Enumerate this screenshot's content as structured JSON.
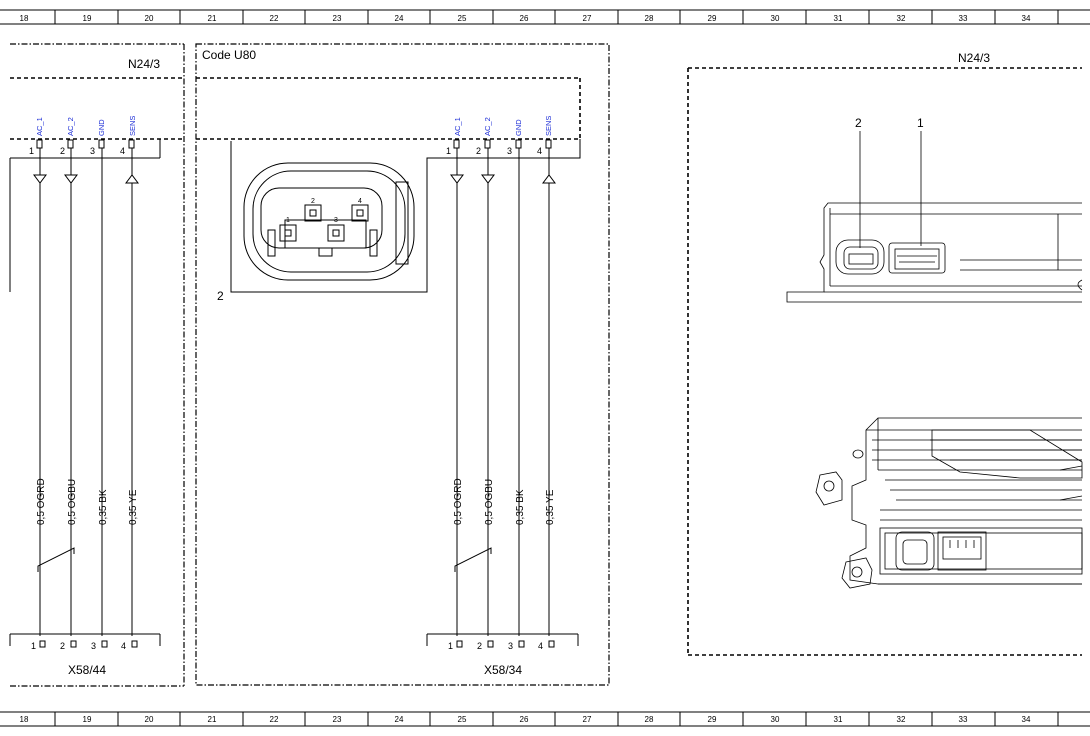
{
  "ruler": {
    "columns": [
      "18",
      "19",
      "20",
      "21",
      "22",
      "23",
      "24",
      "25",
      "26",
      "27",
      "28",
      "29",
      "30",
      "31",
      "32",
      "33",
      "34"
    ]
  },
  "panels": {
    "left": {
      "component": "N24/3",
      "pins": [
        "AC_1",
        "AC_2",
        "GND",
        "SENS"
      ],
      "pin_numbers": [
        "1",
        "2",
        "3",
        "4"
      ],
      "wires": [
        "0,5 OGRD",
        "0,5 OGBU",
        "0,35 BK",
        "0,35 YE"
      ],
      "connector": "X58/44",
      "connector_pins": [
        "1",
        "2",
        "3",
        "4"
      ]
    },
    "middle": {
      "code": "Code U80",
      "pins": [
        "AC_1",
        "AC_2",
        "GND",
        "SENS"
      ],
      "pin_numbers": [
        "1",
        "2",
        "3",
        "4"
      ],
      "wires": [
        "0,5 OGRD",
        "0,5 OGBU",
        "0,35 BK",
        "0,35 YE"
      ],
      "connector": "X58/34",
      "connector_pins": [
        "1",
        "2",
        "3",
        "4"
      ],
      "plug_view_label": "2",
      "plug_pins": [
        "1",
        "2",
        "3",
        "4"
      ]
    },
    "right": {
      "component": "N24/3",
      "callouts": [
        "2",
        "1"
      ]
    }
  },
  "colors": {
    "line": "#000000",
    "pin_label": "#1a2bd6"
  }
}
